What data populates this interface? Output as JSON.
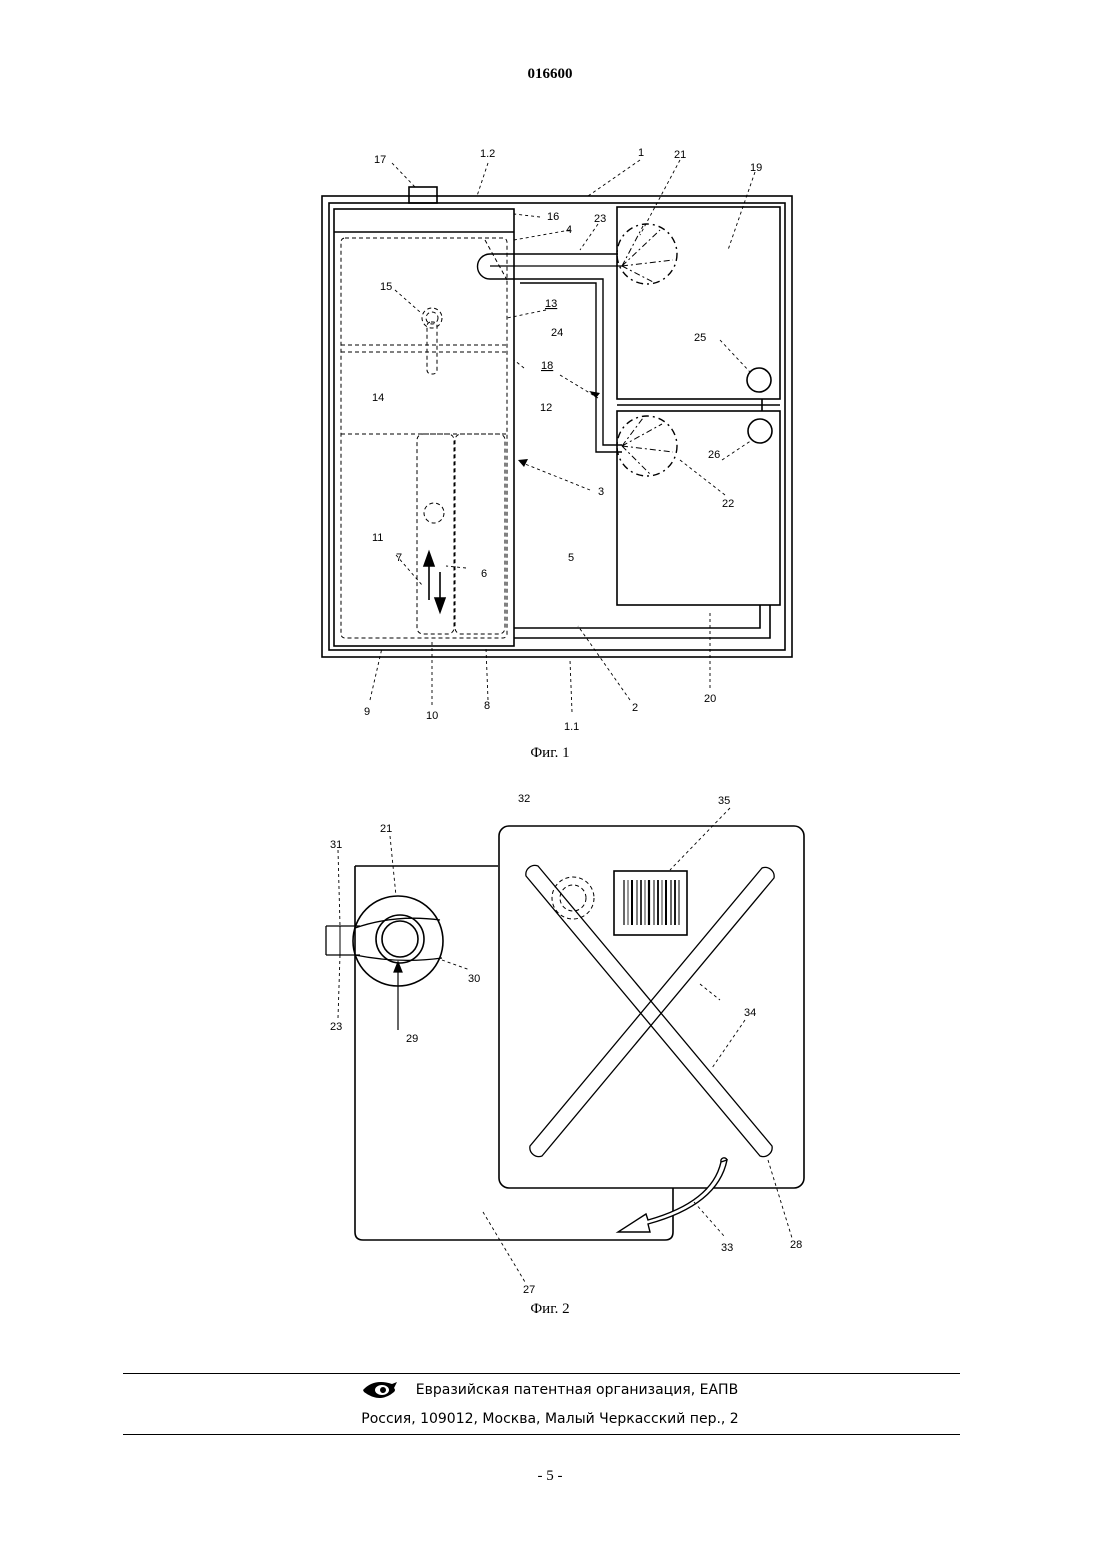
{
  "header": {
    "doc_number": "016600"
  },
  "figure1": {
    "caption": "Фиг. 1",
    "labels": [
      "17",
      "1.2",
      "1",
      "21",
      "19",
      "16",
      "23",
      "4",
      "15",
      "13",
      "24",
      "25",
      "18",
      "14",
      "12",
      "26",
      "3",
      "22",
      "11",
      "7",
      "6",
      "5",
      "9",
      "10",
      "8",
      "1.1",
      "2",
      "20"
    ]
  },
  "figure2": {
    "caption": "Фиг. 2",
    "labels": [
      "32",
      "35",
      "21",
      "31",
      "30",
      "34",
      "23",
      "29",
      "33",
      "28",
      "27"
    ]
  },
  "footer": {
    "organization": "Евразийская патентная организация, ЕАПВ",
    "address": "Россия, 109012, Москва, Малый Черкасский пер., 2"
  },
  "page": {
    "number": "- 5 -"
  }
}
